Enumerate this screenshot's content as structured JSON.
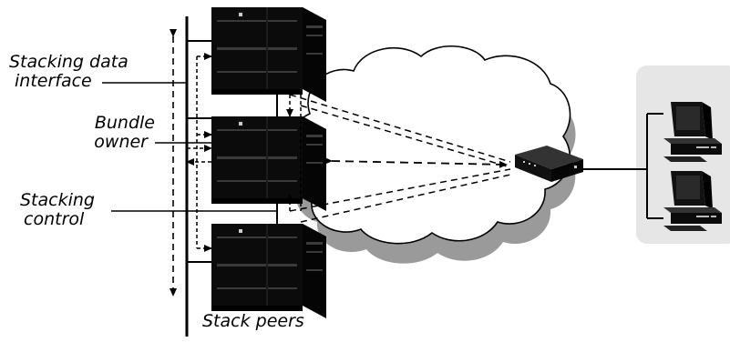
{
  "labels": {
    "stacking_data_interface_line1": "Stacking data",
    "stacking_data_interface_line2": "interface",
    "bundle_owner_line1": "Bundle",
    "bundle_owner_line2": "owner",
    "stacking_control_line1": "Stacking",
    "stacking_control_line2": "control",
    "stack_peers": "Stack peers"
  },
  "icons": {
    "routers": "stack-router-icon",
    "cloud": "network-cloud-icon",
    "remote_device": "access-device-icon",
    "clients": "desktop-computer-icon"
  },
  "colors": {
    "router_body": "#0b0b0b",
    "router_stripe": "#3a3a3a",
    "cloud_shadow": "#9a9a9a",
    "client_panel": "#e6e6e6"
  }
}
